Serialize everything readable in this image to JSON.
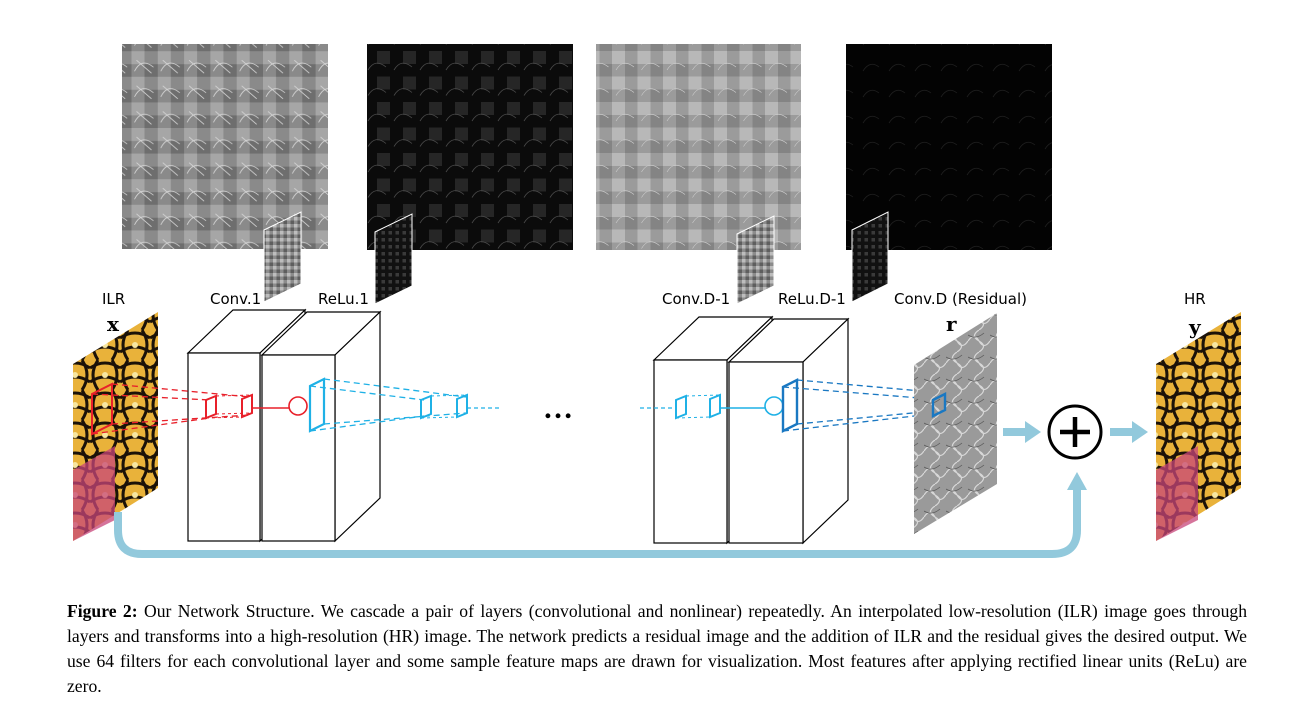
{
  "labels": {
    "ilr": "ILR",
    "x": "x",
    "conv1": "Conv.1",
    "relu1": "ReLu.1",
    "dots": "…",
    "convd1": "Conv.D-1",
    "relud1": "ReLu.D-1",
    "convd": "Conv.D (Residual)",
    "r": "r",
    "hr": "HR",
    "y": "y"
  },
  "caption": {
    "prefix": "Figure 2:",
    "text": " Our Network Structure. We cascade a pair of layers (convolutional and nonlinear) repeatedly. An interpolated low-resolution (ILR) image goes through layers and transforms into a high-resolution (HR) image. The network predicts a residual image and the addition of ILR and the residual gives the desired output. We use 64 filters for each convolutional layer and some sample feature maps are drawn for visualization. Most features after applying rectified linear units (ReLu) are zero."
  },
  "colors": {
    "red": "#e8202a",
    "cyan": "#1fb1e6",
    "blue": "#1a78c2",
    "skip": "#92c9dc"
  }
}
